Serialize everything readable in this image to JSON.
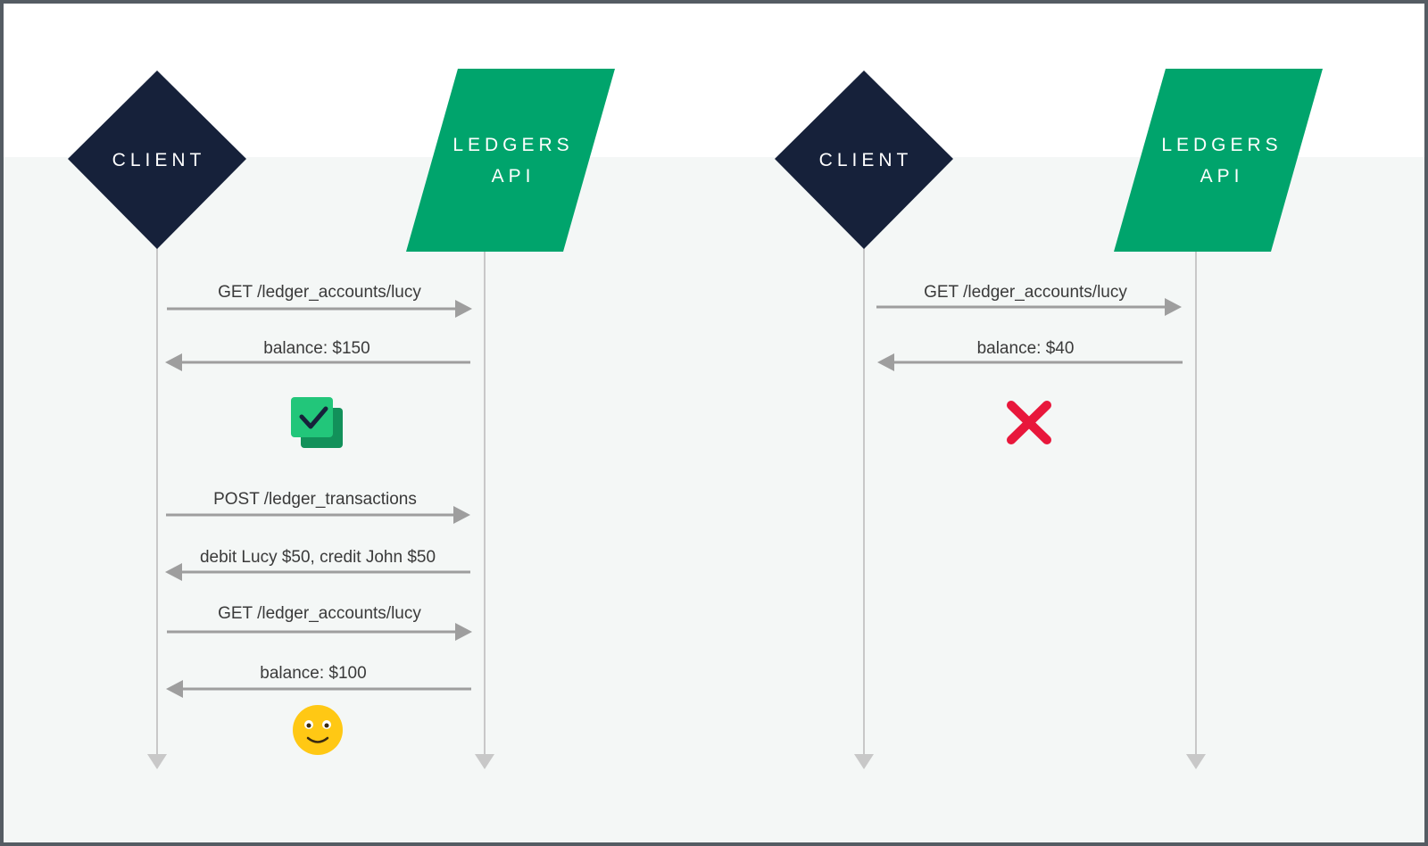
{
  "colors": {
    "client_fill": "#16213a",
    "api_fill": "#00a46c",
    "lane_background": "#f4f7f6",
    "line": "#c8c8c8",
    "arrow": "#9e9e9e",
    "check": "#22c67a",
    "cross": "#e8173b",
    "smiley": "#ffc814"
  },
  "scenarios": [
    {
      "client_label": "CLIENT",
      "api_label_line1": "LEDGERS",
      "api_label_line2": "API",
      "messages": [
        {
          "text": "GET /ledger_accounts/lucy",
          "direction": "right"
        },
        {
          "text": "balance: $150",
          "direction": "left"
        },
        {
          "text": "POST /ledger_transactions",
          "direction": "right"
        },
        {
          "text": "debit Lucy $50, credit John $50",
          "direction": "left"
        },
        {
          "text": "GET /ledger_accounts/lucy",
          "direction": "right"
        },
        {
          "text": "balance: $100",
          "direction": "left"
        }
      ],
      "icons": [
        "check-mark",
        "smiley-face"
      ]
    },
    {
      "client_label": "CLIENT",
      "api_label_line1": "LEDGERS",
      "api_label_line2": "API",
      "messages": [
        {
          "text": "GET /ledger_accounts/lucy",
          "direction": "right"
        },
        {
          "text": "balance: $40",
          "direction": "left"
        }
      ],
      "icons": [
        "cross-mark"
      ]
    }
  ]
}
